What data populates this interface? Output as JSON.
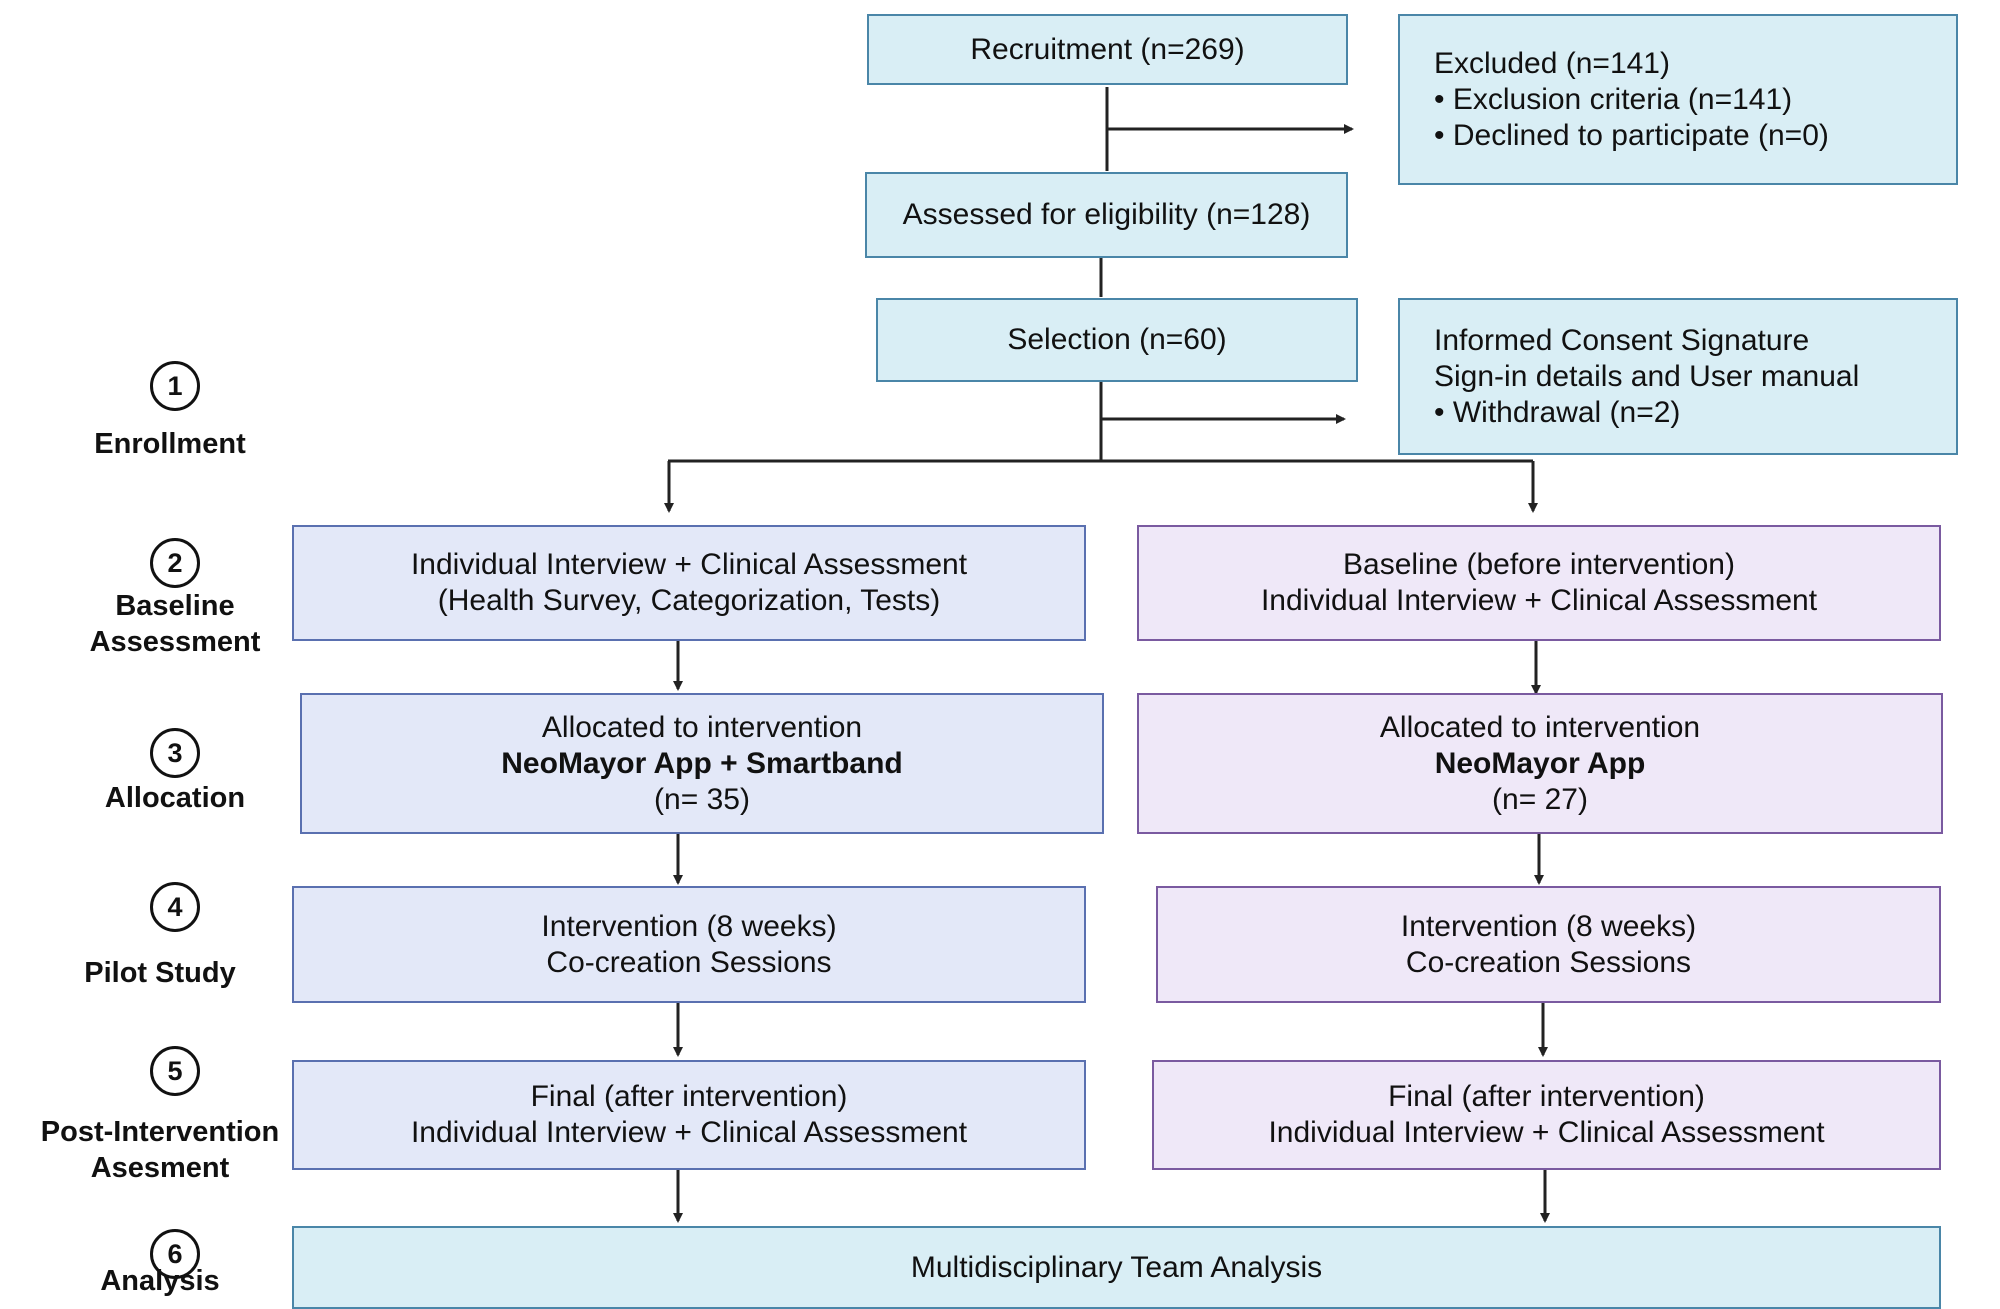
{
  "enrollment": {
    "recruitment": "Recruitment (n=269)",
    "excluded": [
      "Excluded (n=141)",
      "• Exclusion criteria (n=141)",
      "• Declined to participate (n=0)"
    ],
    "assessed": "Assessed for eligibility (n=128)",
    "selection": "Selection (n=60)",
    "consent": [
      "Informed Consent Signature",
      "Sign-in details and User manual",
      "• Withdrawal (n=2)"
    ]
  },
  "group_a": {
    "baseline": [
      "Individual Interview + Clinical Assessment",
      "(Health Survey, Categorization, Tests)"
    ],
    "allocation": [
      "Allocated to intervention",
      "NeoMayor App + Smartband",
      "(n= 35)"
    ],
    "pilot": [
      "Intervention (8 weeks)",
      "Co-creation Sessions"
    ],
    "final": [
      "Final (after intervention)",
      "Individual Interview + Clinical Assessment"
    ]
  },
  "group_b": {
    "baseline": [
      "Baseline (before intervention)",
      "Individual Interview + Clinical Assessment"
    ],
    "allocation": [
      "Allocated to intervention",
      "NeoMayor App",
      "(n= 27)"
    ],
    "pilot": [
      "Intervention (8 weeks)",
      "Co-creation Sessions"
    ],
    "final": [
      "Final (after intervention)",
      "Individual Interview + Clinical Assessment"
    ]
  },
  "analysis": "Multidisciplinary Team Analysis",
  "stages": [
    {
      "number": "1",
      "label": [
        "Enrollment"
      ]
    },
    {
      "number": "2",
      "label": [
        "Baseline",
        "Assessment"
      ]
    },
    {
      "number": "3",
      "label": [
        "Allocation"
      ]
    },
    {
      "number": "4",
      "label": [
        "Pilot Study"
      ]
    },
    {
      "number": "5",
      "label": [
        "Post-Intervention",
        "Asesment"
      ]
    },
    {
      "number": "6",
      "label": [
        "Analysis"
      ]
    }
  ],
  "colors": {
    "enrollment_fill": "#d9eef5",
    "group_a_fill": "#e3e8f8",
    "group_b_fill": "#efe8f8",
    "arrow": "#222222"
  }
}
